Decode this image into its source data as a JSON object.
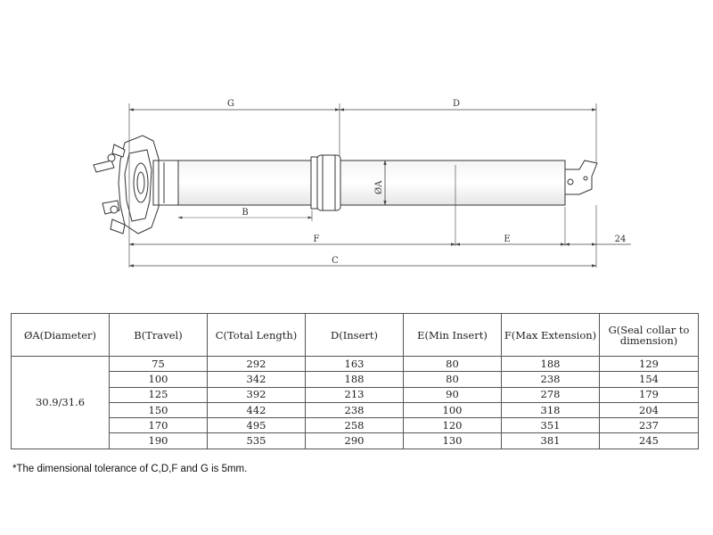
{
  "drawing": {
    "dimension_labels": {
      "G": "G",
      "D": "D",
      "B": "B",
      "A": "ØA",
      "F": "F",
      "E": "E",
      "C": "C",
      "offset": "24"
    }
  },
  "table": {
    "headers": [
      "ØA(Diameter)",
      "B(Travel)",
      "C(Total Length)",
      "D(Insert)",
      "E(Min Insert)",
      "F(Max Extension)",
      "G(Seal collar to dimension)"
    ],
    "diameter": "30.9/31.6",
    "rows": [
      [
        "75",
        "292",
        "163",
        "80",
        "188",
        "129"
      ],
      [
        "100",
        "342",
        "188",
        "80",
        "238",
        "154"
      ],
      [
        "125",
        "392",
        "213",
        "90",
        "278",
        "179"
      ],
      [
        "150",
        "442",
        "238",
        "100",
        "318",
        "204"
      ],
      [
        "170",
        "495",
        "258",
        "120",
        "351",
        "237"
      ],
      [
        "190",
        "535",
        "290",
        "130",
        "381",
        "245"
      ]
    ]
  },
  "note": "*The dimensional tolerance of C,D,F and G is 5mm."
}
